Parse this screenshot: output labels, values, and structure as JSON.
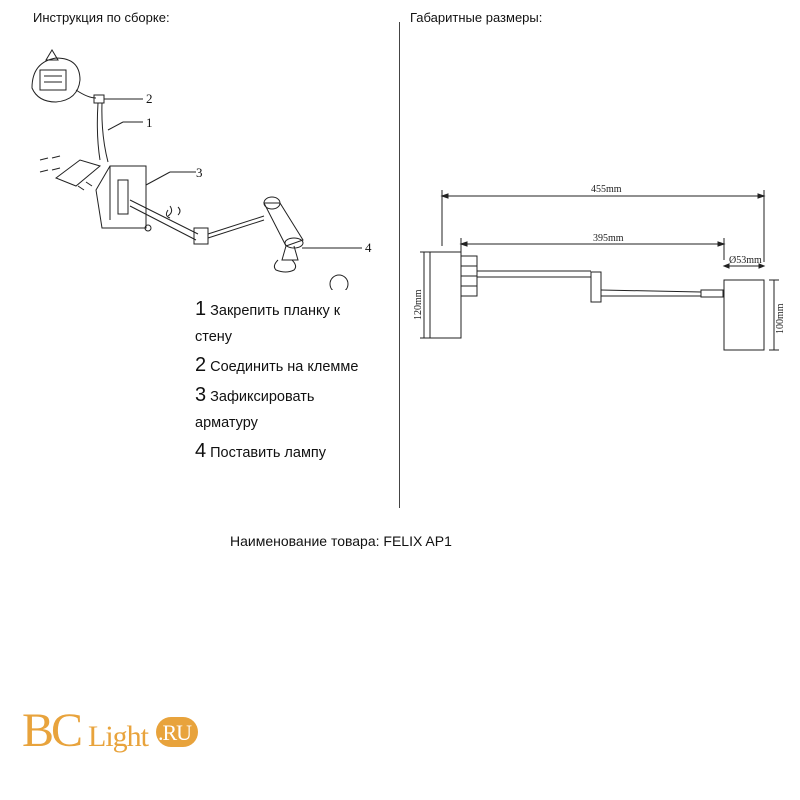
{
  "header": {
    "assembly_title": "Инструкция по сборке:",
    "dimensions_title": "Габаритные размеры:"
  },
  "callouts": [
    "1",
    "2",
    "3",
    "4"
  ],
  "steps": [
    {
      "num": "1",
      "line1": "Закрепить планку к",
      "line2": "стену"
    },
    {
      "num": "2",
      "line1": "Соединить на клемме",
      "line2": ""
    },
    {
      "num": "3",
      "line1": "Зафиксировать",
      "line2": "арматуру"
    },
    {
      "num": "4",
      "line1": "Поставить лампу",
      "line2": ""
    }
  ],
  "dimensions": {
    "total_length": "455mm",
    "arm_length": "395mm",
    "base_height": "120mm",
    "head_diameter": "Ø53mm",
    "head_height": "100mm"
  },
  "product": {
    "label": "Наименование товара: FELIX AP1"
  },
  "logo": {
    "text": "BCLight.RU",
    "color": "#e8a33c"
  }
}
